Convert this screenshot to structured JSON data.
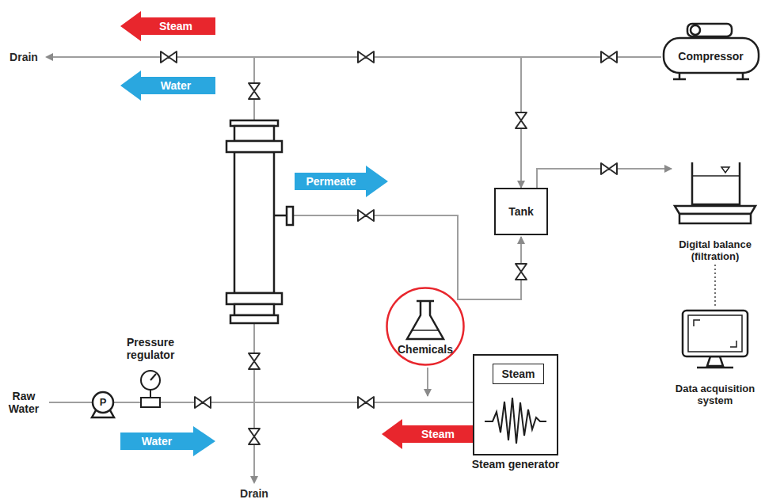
{
  "diagram": {
    "nodes": [
      {
        "text": [
          "Compressor"
        ]
      },
      {
        "text": [
          "Tank"
        ]
      },
      {
        "text": [
          "Digital balance (filtration)"
        ]
      },
      {
        "text": [
          "Data acquisition system"
        ]
      },
      {
        "text": [
          "Chemicals"
        ]
      },
      {
        "text": [
          "Steam generator"
        ]
      },
      {
        "text": [
          "Steam"
        ],
        "in": 5
      }
    ],
    "edges": [
      {
        "from": 0,
        "to": 1,
        "arrow": "to"
      },
      {
        "from": 1,
        "to": 2,
        "arrow": "to"
      },
      {
        "from": 2,
        "to": 3,
        "arrow": "none"
      }
    ],
    "labels": [
      "Steam",
      "Drain",
      "Water",
      "Permeate",
      "P",
      "Pressure regulator",
      "Raw Water",
      "Water",
      "Steam",
      "Drain"
    ]
  }
}
